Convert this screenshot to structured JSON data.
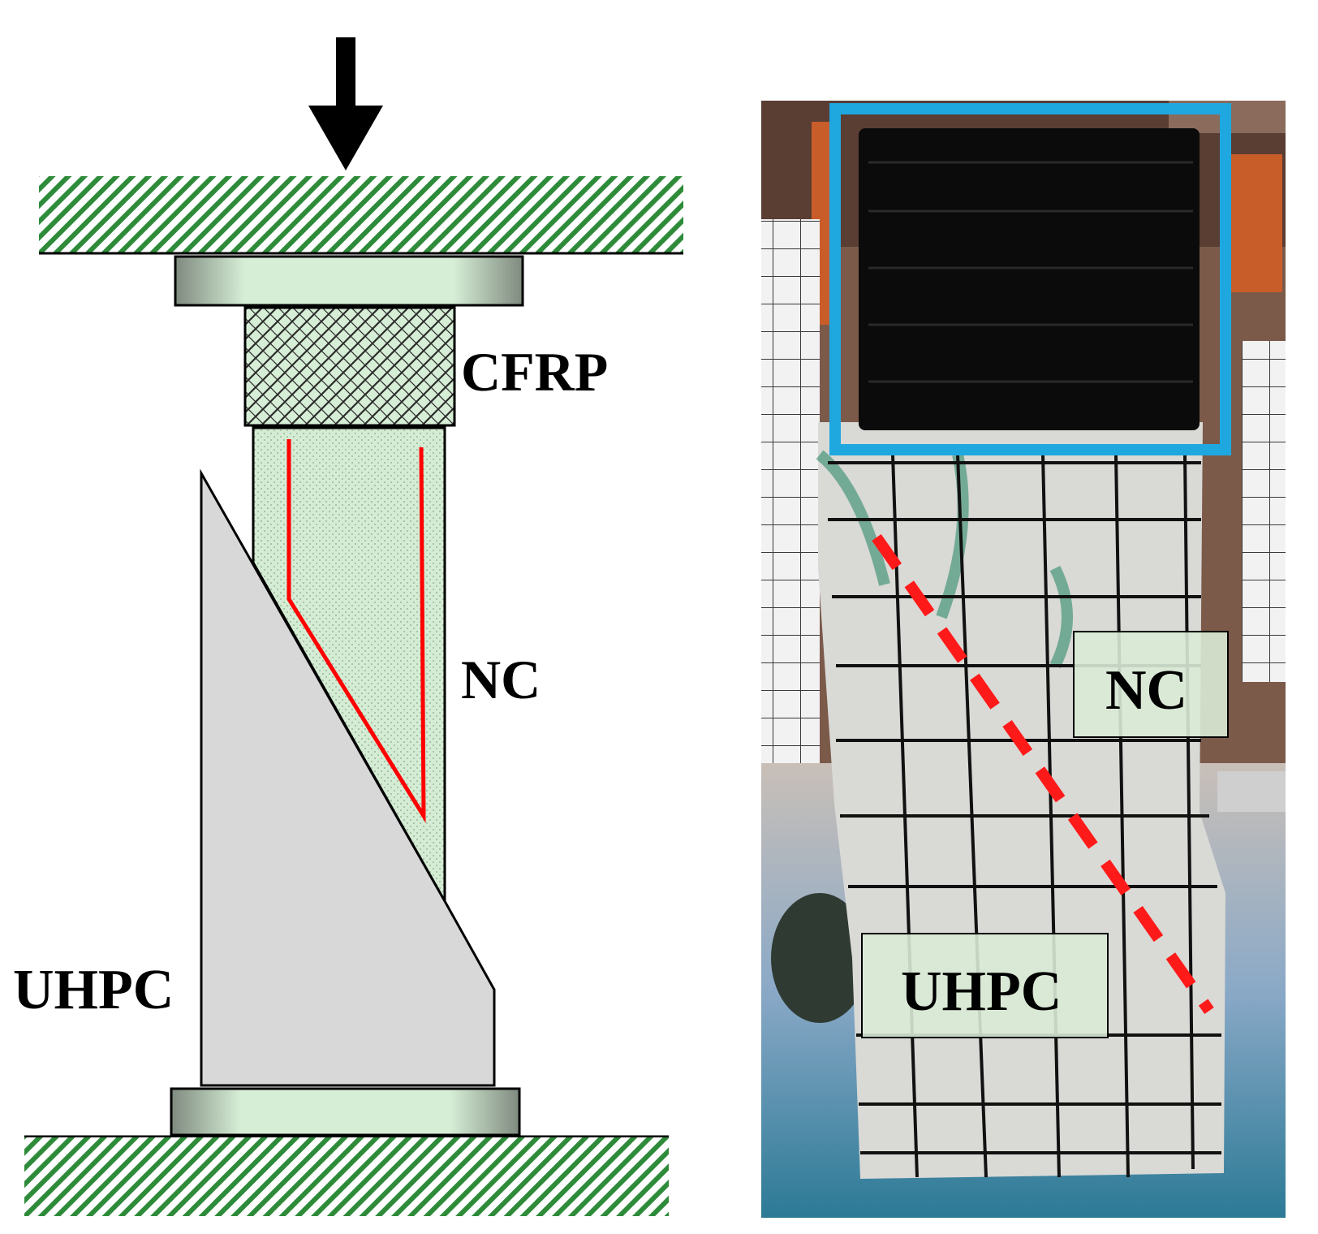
{
  "schematic": {
    "labels": {
      "cfrp": "CFRP",
      "nc": "NC",
      "uhpc": "UHPC"
    },
    "colors": {
      "hatch_green": "#2e8b3a",
      "plate_fill": "#d6eed6",
      "nc_fill": "#d4ecd4",
      "uhpc_fill": "#d8d8d8",
      "crack_line": "#ff0000",
      "load_arrow": "#000000"
    }
  },
  "photo": {
    "labels": {
      "nc": "NC",
      "uhpc": "UHPC"
    },
    "colors": {
      "highlight_box": "#1fa7e0",
      "interface_line": "#ff1a1a",
      "specimen_face": "#d9d9d6",
      "cfrp_wrap": "#0b0b0b"
    }
  }
}
